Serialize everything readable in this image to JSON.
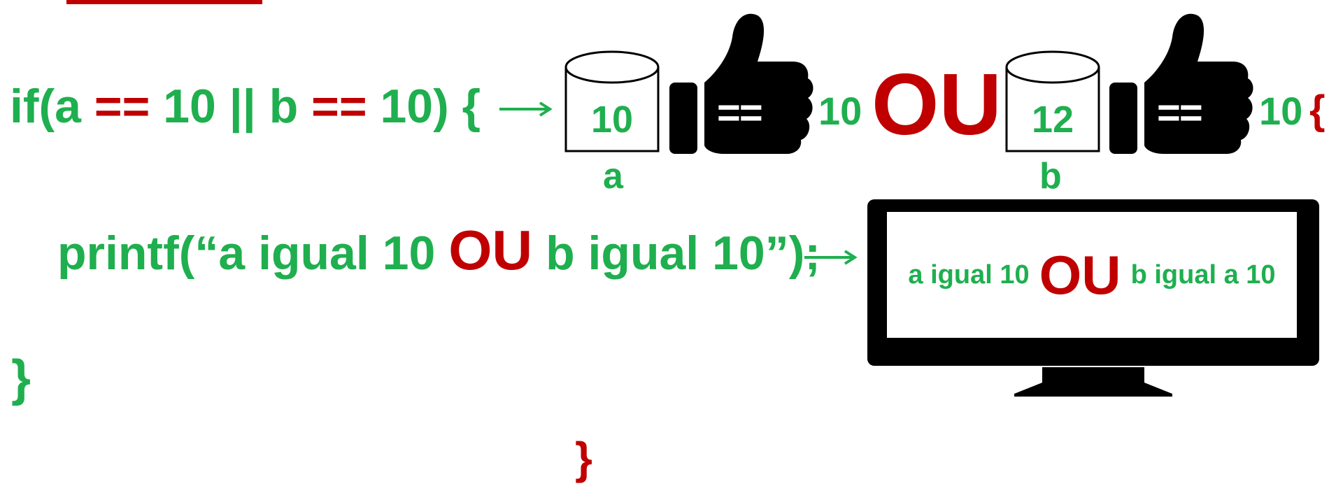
{
  "colors": {
    "green": "#1faf4f",
    "red": "#c00000",
    "black": "#000000"
  },
  "code": {
    "if_open": "if(a ",
    "op_eq1": "==",
    "mid1": " 10 || b ",
    "op_eq2": "==",
    "mid2": " 10) {",
    "printf_part1": "printf(“a igual 10 ",
    "printf_ou": "OU",
    "printf_part2": " b igual 10”);",
    "close_brace": "}",
    "stray_brace": "}"
  },
  "variable_a": {
    "value": "10",
    "label": "a"
  },
  "variable_b": {
    "value": "12",
    "label": "b"
  },
  "compare_1": {
    "operator": "==",
    "rhs": "10"
  },
  "compare_2": {
    "operator": "==",
    "rhs": "10",
    "brace": "{"
  },
  "logic_word": "OU",
  "screen_output": {
    "part1": "a igual 10",
    "ou": "OU",
    "part2": "b igual a 10"
  },
  "icons": [
    "arrow-right-icon",
    "cylinder-icon",
    "thumbs-up-icon",
    "monitor-icon"
  ]
}
